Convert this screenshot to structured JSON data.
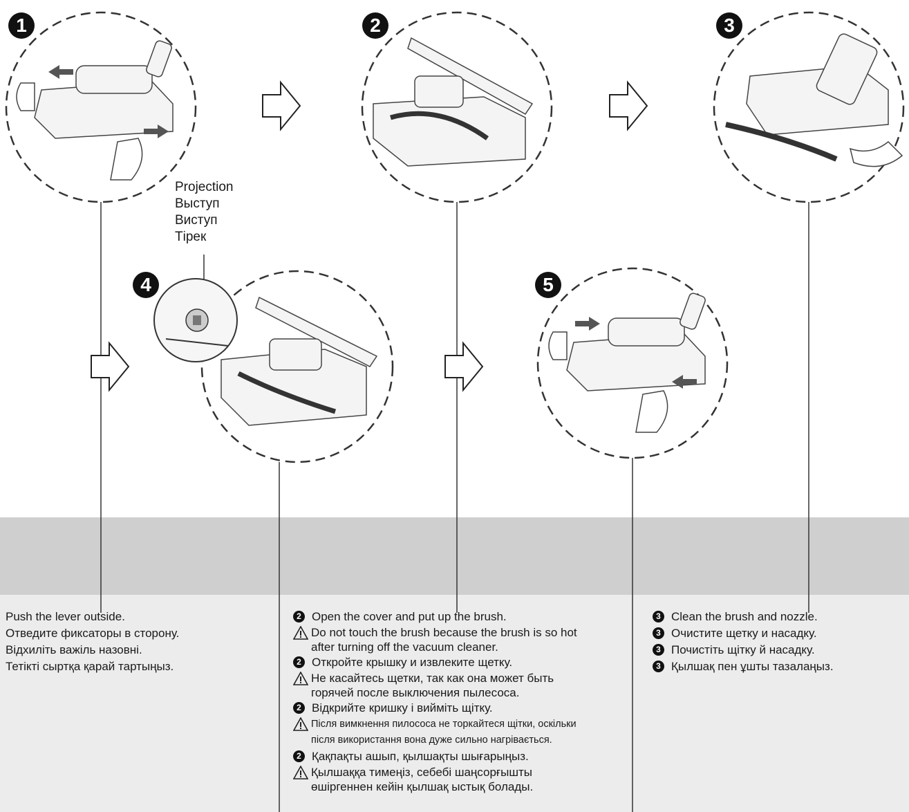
{
  "steps": {
    "s1": "1",
    "s2": "2",
    "s3": "3",
    "s4": "4",
    "s5": "5"
  },
  "projection": {
    "en": "Projection",
    "ru": "Выступ",
    "uk": "Виступ",
    "kk": "Тірек"
  },
  "col1": {
    "l1": "Push the lever outside.",
    "l2": "Отведите фиксаторы в сторону.",
    "l3": "Відхиліть важіль назовні.",
    "l4": "Тетікті сыртқа қарай тартыңыз."
  },
  "col2": {
    "b": "2",
    "l1": "Open the cover and put up the brush.",
    "w1": "Do not touch the brush because the brush is so hot\nafter turning off the vacuum cleaner.",
    "l2": "Откройте крышку и извлеките щетку.",
    "w2": "Не касайтесь щетки, так как она может быть\nгорячей после выключения пылесоса.",
    "l3": "Відкрийте кришку і вийміть щітку.",
    "w3": "Після вимкнення пилососа не торкайтеся щітки, оскільки\nпісля використання вона дуже сильно нагрівається.",
    "l4": "Қақпақты ашып, қылшақты шығарыңыз.",
    "w4": "Қылшаққа тимеңіз, себебі шаңсорғышты\nөшіргеннен кейін қылшақ ыстық болады."
  },
  "col3": {
    "b": "3",
    "l1": "Clean the brush and nozzle.",
    "l2": "Очистите щетку и насадку.",
    "l3": "Почистіть щітку й насадку.",
    "l4": "Қылшақ пен ұшты тазалаңыз."
  }
}
